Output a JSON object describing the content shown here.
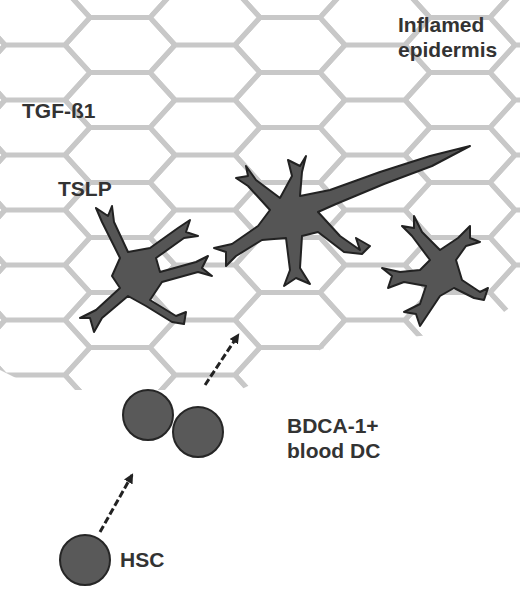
{
  "diagram": {
    "nodes": [
      {
        "text": [
          "Inflamed epidermis",
          "TGF-ß1",
          "TSLP"
        ]
      },
      {
        "text": [
          "BDCA-1+ blood DC"
        ]
      },
      {
        "text": [
          "HSC"
        ]
      }
    ],
    "edges": [
      {
        "from": 2,
        "to": 1,
        "arrow": "to"
      },
      {
        "from": 1,
        "to": 0,
        "arrow": "to"
      }
    ]
  }
}
